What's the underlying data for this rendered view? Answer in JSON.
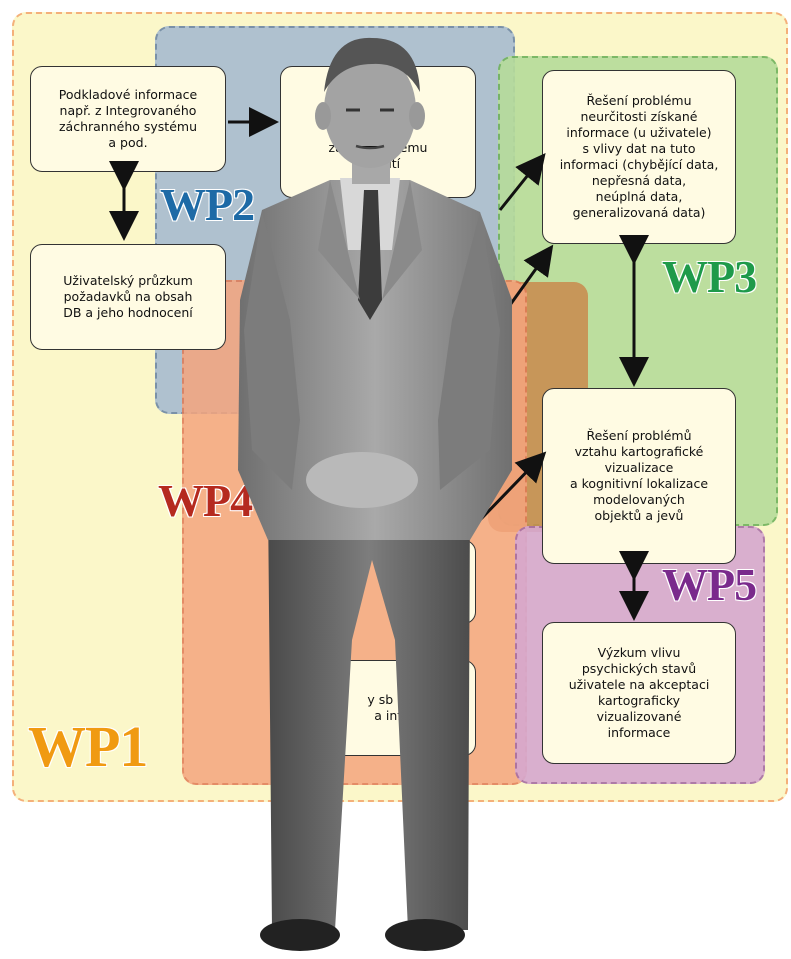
{
  "colors": {
    "wp1_fill": "#fbf7c9",
    "wp1_border": "#f4b07a",
    "wp2_fill": "#a7bcd0",
    "wp2_border": "#6d87a5",
    "wp2_label": "#1d6aa6",
    "wp3_fill": "#b6dc9a",
    "wp3_border": "#6fb25c",
    "wp3_label": "#1e9a4a",
    "wp4_fill": "#f5a57e",
    "wp4_border": "#e07a55",
    "wp4_label": "#b52a1f",
    "wp5_fill": "#d6a8cf",
    "wp5_border": "#a66ea4",
    "wp5_label": "#7a2a8c",
    "wp1_label": "#f09a12",
    "brown_fill": "#c98a4e"
  },
  "labels": {
    "wp1": "WP1",
    "wp2": "WP2",
    "wp3": "WP3",
    "wp4": "WP4",
    "wp5": "WP5"
  },
  "boxes": {
    "background_info": "Podkladové informace\nnapř. z Integrovaného\nzáchranného systému\na pod.",
    "user_survey": "Uživatelský průzkum\npožadavků na obsah\nDB a jeho hodnocení",
    "crisis_db": "D        ní\nkrizov       ementu\na vý       ožek\nzáchra      systému\nz hl        žití",
    "uncertainty": "Řešení problému\nneurčitosti získané\ninformace (u uživatele)\ns vlivy dat na tuto\ninformaci (chybějící data,\nnepřesná data,\nneúplná data,\ngeneralizovaná data)",
    "cartographic": "Řešení problémů\nvztahu kartografické\nvizualizace\na kognitivní lokalizace\nmodelovaných\nobjektů a jevů",
    "psych_research": "Výzkum vlivu\npsychických stavů\nuživatele na akceptaci\nkartograficky\nvizualizované\ninformace",
    "partial_bottom": "y sb        ní\na inf"
  }
}
